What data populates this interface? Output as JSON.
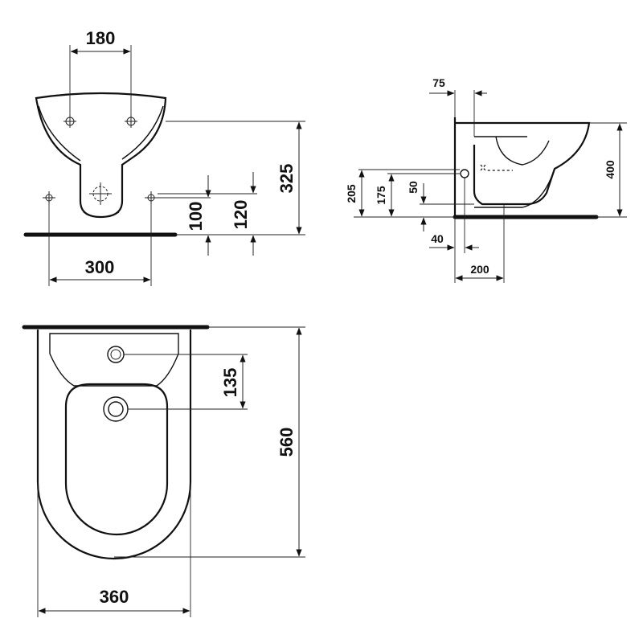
{
  "front_view": {
    "dims": {
      "tap_spacing": "180",
      "height": "325",
      "fixing_spacing": "300",
      "fixing_height": "100",
      "waste_height": "120"
    }
  },
  "side_view": {
    "dims": {
      "top_offset": "75",
      "height": "400",
      "inlet_205": "205",
      "inlet_175": "175",
      "inlet_50": "50",
      "offset_40": "40",
      "depth_200": "200"
    }
  },
  "top_view": {
    "dims": {
      "tap_to_waste": "135",
      "length": "560",
      "width": "360"
    }
  }
}
